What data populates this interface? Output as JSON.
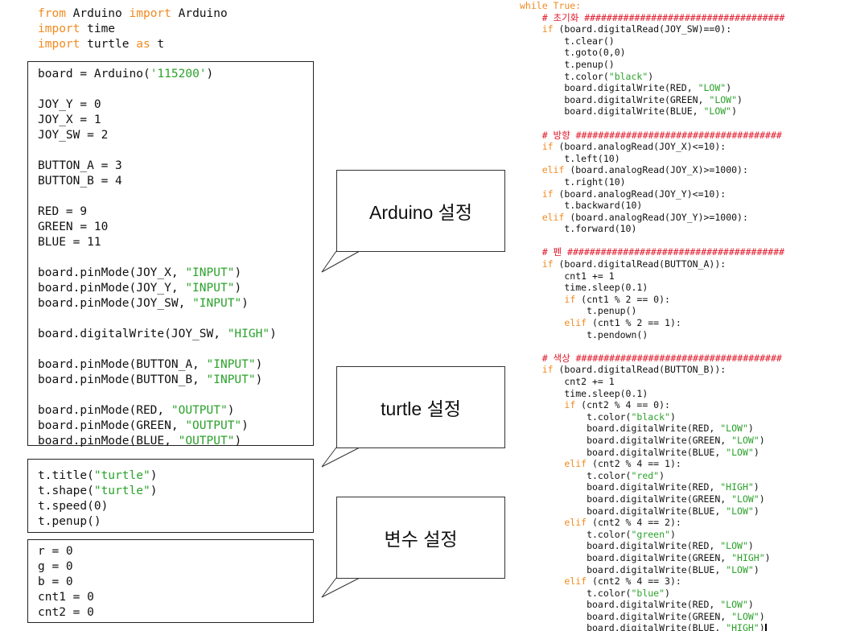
{
  "imports": [
    [
      {
        "t": "from",
        "k": "kw"
      },
      {
        "t": " Arduino ",
        "k": "txt"
      },
      {
        "t": "import",
        "k": "kw"
      },
      {
        "t": " Arduino",
        "k": "txt"
      }
    ],
    [
      {
        "t": "import",
        "k": "kw"
      },
      {
        "t": " time",
        "k": "txt"
      }
    ],
    [
      {
        "t": "import",
        "k": "kw"
      },
      {
        "t": " turtle ",
        "k": "txt"
      },
      {
        "t": "as",
        "k": "kw"
      },
      {
        "t": " t",
        "k": "txt"
      }
    ]
  ],
  "arduino_setup": [
    [
      {
        "t": "board = Arduino(",
        "k": "txt"
      },
      {
        "t": "'115200'",
        "k": "str"
      },
      {
        "t": ")",
        "k": "txt"
      }
    ],
    [],
    [
      {
        "t": "JOY_Y = 0",
        "k": "txt"
      }
    ],
    [
      {
        "t": "JOY_X = 1",
        "k": "txt"
      }
    ],
    [
      {
        "t": "JOY_SW = 2",
        "k": "txt"
      }
    ],
    [],
    [
      {
        "t": "BUTTON_A = 3",
        "k": "txt"
      }
    ],
    [
      {
        "t": "BUTTON_B = 4",
        "k": "txt"
      }
    ],
    [],
    [
      {
        "t": "RED = 9",
        "k": "txt"
      }
    ],
    [
      {
        "t": "GREEN = 10",
        "k": "txt"
      }
    ],
    [
      {
        "t": "BLUE = 11",
        "k": "txt"
      }
    ],
    [],
    [
      {
        "t": "board.pinMode(JOY_X, ",
        "k": "txt"
      },
      {
        "t": "\"INPUT\"",
        "k": "str"
      },
      {
        "t": ")",
        "k": "txt"
      }
    ],
    [
      {
        "t": "board.pinMode(JOY_Y, ",
        "k": "txt"
      },
      {
        "t": "\"INPUT\"",
        "k": "str"
      },
      {
        "t": ")",
        "k": "txt"
      }
    ],
    [
      {
        "t": "board.pinMode(JOY_SW, ",
        "k": "txt"
      },
      {
        "t": "\"INPUT\"",
        "k": "str"
      },
      {
        "t": ")",
        "k": "txt"
      }
    ],
    [],
    [
      {
        "t": "board.digitalWrite(JOY_SW, ",
        "k": "txt"
      },
      {
        "t": "\"HIGH\"",
        "k": "str"
      },
      {
        "t": ")",
        "k": "txt"
      }
    ],
    [],
    [
      {
        "t": "board.pinMode(BUTTON_A, ",
        "k": "txt"
      },
      {
        "t": "\"INPUT\"",
        "k": "str"
      },
      {
        "t": ")",
        "k": "txt"
      }
    ],
    [
      {
        "t": "board.pinMode(BUTTON_B, ",
        "k": "txt"
      },
      {
        "t": "\"INPUT\"",
        "k": "str"
      },
      {
        "t": ")",
        "k": "txt"
      }
    ],
    [],
    [
      {
        "t": "board.pinMode(RED, ",
        "k": "txt"
      },
      {
        "t": "\"OUTPUT\"",
        "k": "str"
      },
      {
        "t": ")",
        "k": "txt"
      }
    ],
    [
      {
        "t": "board.pinMode(GREEN, ",
        "k": "txt"
      },
      {
        "t": "\"OUTPUT\"",
        "k": "str"
      },
      {
        "t": ")",
        "k": "txt"
      }
    ],
    [
      {
        "t": "board.pinMode(BLUE, ",
        "k": "txt"
      },
      {
        "t": "\"OUTPUT\"",
        "k": "str"
      },
      {
        "t": ")",
        "k": "txt"
      }
    ]
  ],
  "turtle_setup": [
    [
      {
        "t": "t.title(",
        "k": "txt"
      },
      {
        "t": "\"turtle\"",
        "k": "str"
      },
      {
        "t": ")",
        "k": "txt"
      }
    ],
    [
      {
        "t": "t.shape(",
        "k": "txt"
      },
      {
        "t": "\"turtle\"",
        "k": "str"
      },
      {
        "t": ")",
        "k": "txt"
      }
    ],
    [
      {
        "t": "t.speed(0)",
        "k": "txt"
      }
    ],
    [
      {
        "t": "t.penup()",
        "k": "txt"
      }
    ]
  ],
  "variable_setup": [
    [
      {
        "t": "r = 0",
        "k": "txt"
      }
    ],
    [
      {
        "t": "g = 0",
        "k": "txt"
      }
    ],
    [
      {
        "t": "b = 0",
        "k": "txt"
      }
    ],
    [
      {
        "t": "cnt1 = 0",
        "k": "txt"
      }
    ],
    [
      {
        "t": "cnt2 = 0",
        "k": "txt"
      }
    ]
  ],
  "callouts": {
    "arduino": "Arduino 설정",
    "turtle": "turtle 설정",
    "variables": "변수 설정"
  },
  "main_loop": [
    [
      {
        "t": "while True:",
        "k": "kw"
      }
    ],
    [
      {
        "t": "    # 초기화 ####################################",
        "k": "cmt"
      }
    ],
    [
      {
        "t": "    ",
        "k": "txt"
      },
      {
        "t": "if",
        "k": "kw"
      },
      {
        "t": " (board.digitalRead(JOY_SW)==0):",
        "k": "txt"
      }
    ],
    [
      {
        "t": "        t.clear()",
        "k": "txt"
      }
    ],
    [
      {
        "t": "        t.goto(0,0)",
        "k": "txt"
      }
    ],
    [
      {
        "t": "        t.penup()",
        "k": "txt"
      }
    ],
    [
      {
        "t": "        t.color(",
        "k": "txt"
      },
      {
        "t": "\"black\"",
        "k": "str"
      },
      {
        "t": ")",
        "k": "txt"
      }
    ],
    [
      {
        "t": "        board.digitalWrite(RED, ",
        "k": "txt"
      },
      {
        "t": "\"LOW\"",
        "k": "str"
      },
      {
        "t": ")",
        "k": "txt"
      }
    ],
    [
      {
        "t": "        board.digitalWrite(GREEN, ",
        "k": "txt"
      },
      {
        "t": "\"LOW\"",
        "k": "str"
      },
      {
        "t": ")",
        "k": "txt"
      }
    ],
    [
      {
        "t": "        board.digitalWrite(BLUE, ",
        "k": "txt"
      },
      {
        "t": "\"LOW\"",
        "k": "str"
      },
      {
        "t": ")",
        "k": "txt"
      }
    ],
    [],
    [
      {
        "t": "    # 방향 #####################################",
        "k": "cmt"
      }
    ],
    [
      {
        "t": "    ",
        "k": "txt"
      },
      {
        "t": "if",
        "k": "kw"
      },
      {
        "t": " (board.analogRead(JOY_X)<=10):",
        "k": "txt"
      }
    ],
    [
      {
        "t": "        t.left(10)",
        "k": "txt"
      }
    ],
    [
      {
        "t": "    ",
        "k": "txt"
      },
      {
        "t": "elif",
        "k": "kw"
      },
      {
        "t": " (board.analogRead(JOY_X)>=1000):",
        "k": "txt"
      }
    ],
    [
      {
        "t": "        t.right(10)",
        "k": "txt"
      }
    ],
    [
      {
        "t": "    ",
        "k": "txt"
      },
      {
        "t": "if",
        "k": "kw"
      },
      {
        "t": " (board.analogRead(JOY_Y)<=10):",
        "k": "txt"
      }
    ],
    [
      {
        "t": "        t.backward(10)",
        "k": "txt"
      }
    ],
    [
      {
        "t": "    ",
        "k": "txt"
      },
      {
        "t": "elif",
        "k": "kw"
      },
      {
        "t": " (board.analogRead(JOY_Y)>=1000):",
        "k": "txt"
      }
    ],
    [
      {
        "t": "        t.forward(10)",
        "k": "txt"
      }
    ],
    [],
    [
      {
        "t": "    # 펜 #######################################",
        "k": "cmt"
      }
    ],
    [
      {
        "t": "    ",
        "k": "txt"
      },
      {
        "t": "if",
        "k": "kw"
      },
      {
        "t": " (board.digitalRead(BUTTON_A)):",
        "k": "txt"
      }
    ],
    [
      {
        "t": "        cnt1 += 1",
        "k": "txt"
      }
    ],
    [
      {
        "t": "        time.sleep(0.1)",
        "k": "txt"
      }
    ],
    [
      {
        "t": "        ",
        "k": "txt"
      },
      {
        "t": "if",
        "k": "kw"
      },
      {
        "t": " (cnt1 % 2 == 0):",
        "k": "txt"
      }
    ],
    [
      {
        "t": "            t.penup()",
        "k": "txt"
      }
    ],
    [
      {
        "t": "        ",
        "k": "txt"
      },
      {
        "t": "elif",
        "k": "kw"
      },
      {
        "t": " (cnt1 % 2 == 1):",
        "k": "txt"
      }
    ],
    [
      {
        "t": "            t.pendown()",
        "k": "txt"
      }
    ],
    [],
    [
      {
        "t": "    # 색상 #####################################",
        "k": "cmt"
      }
    ],
    [
      {
        "t": "    ",
        "k": "txt"
      },
      {
        "t": "if",
        "k": "kw"
      },
      {
        "t": " (board.digitalRead(BUTTON_B)):",
        "k": "txt"
      }
    ],
    [
      {
        "t": "        cnt2 += 1",
        "k": "txt"
      }
    ],
    [
      {
        "t": "        time.sleep(0.1)",
        "k": "txt"
      }
    ],
    [
      {
        "t": "        ",
        "k": "txt"
      },
      {
        "t": "if",
        "k": "kw"
      },
      {
        "t": " (cnt2 % 4 == 0):",
        "k": "txt"
      }
    ],
    [
      {
        "t": "            t.color(",
        "k": "txt"
      },
      {
        "t": "\"black\"",
        "k": "str"
      },
      {
        "t": ")",
        "k": "txt"
      }
    ],
    [
      {
        "t": "            board.digitalWrite(RED, ",
        "k": "txt"
      },
      {
        "t": "\"LOW\"",
        "k": "str"
      },
      {
        "t": ")",
        "k": "txt"
      }
    ],
    [
      {
        "t": "            board.digitalWrite(GREEN, ",
        "k": "txt"
      },
      {
        "t": "\"LOW\"",
        "k": "str"
      },
      {
        "t": ")",
        "k": "txt"
      }
    ],
    [
      {
        "t": "            board.digitalWrite(BLUE, ",
        "k": "txt"
      },
      {
        "t": "\"LOW\"",
        "k": "str"
      },
      {
        "t": ")",
        "k": "txt"
      }
    ],
    [
      {
        "t": "        ",
        "k": "txt"
      },
      {
        "t": "elif",
        "k": "kw"
      },
      {
        "t": " (cnt2 % 4 == 1):",
        "k": "txt"
      }
    ],
    [
      {
        "t": "            t.color(",
        "k": "txt"
      },
      {
        "t": "\"red\"",
        "k": "str"
      },
      {
        "t": ")",
        "k": "txt"
      }
    ],
    [
      {
        "t": "            board.digitalWrite(RED, ",
        "k": "txt"
      },
      {
        "t": "\"HIGH\"",
        "k": "str"
      },
      {
        "t": ")",
        "k": "txt"
      }
    ],
    [
      {
        "t": "            board.digitalWrite(GREEN, ",
        "k": "txt"
      },
      {
        "t": "\"LOW\"",
        "k": "str"
      },
      {
        "t": ")",
        "k": "txt"
      }
    ],
    [
      {
        "t": "            board.digitalWrite(BLUE, ",
        "k": "txt"
      },
      {
        "t": "\"LOW\"",
        "k": "str"
      },
      {
        "t": ")",
        "k": "txt"
      }
    ],
    [
      {
        "t": "        ",
        "k": "txt"
      },
      {
        "t": "elif",
        "k": "kw"
      },
      {
        "t": " (cnt2 % 4 == 2):",
        "k": "txt"
      }
    ],
    [
      {
        "t": "            t.color(",
        "k": "txt"
      },
      {
        "t": "\"green\"",
        "k": "str"
      },
      {
        "t": ")",
        "k": "txt"
      }
    ],
    [
      {
        "t": "            board.digitalWrite(RED, ",
        "k": "txt"
      },
      {
        "t": "\"LOW\"",
        "k": "str"
      },
      {
        "t": ")",
        "k": "txt"
      }
    ],
    [
      {
        "t": "            board.digitalWrite(GREEN, ",
        "k": "txt"
      },
      {
        "t": "\"HIGH\"",
        "k": "str"
      },
      {
        "t": ")",
        "k": "txt"
      }
    ],
    [
      {
        "t": "            board.digitalWrite(BLUE, ",
        "k": "txt"
      },
      {
        "t": "\"LOW\"",
        "k": "str"
      },
      {
        "t": ")",
        "k": "txt"
      }
    ],
    [
      {
        "t": "        ",
        "k": "txt"
      },
      {
        "t": "elif",
        "k": "kw"
      },
      {
        "t": " (cnt2 % 4 == 3):",
        "k": "txt"
      }
    ],
    [
      {
        "t": "            t.color(",
        "k": "txt"
      },
      {
        "t": "\"blue\"",
        "k": "str"
      },
      {
        "t": ")",
        "k": "txt"
      }
    ],
    [
      {
        "t": "            board.digitalWrite(RED, ",
        "k": "txt"
      },
      {
        "t": "\"LOW\"",
        "k": "str"
      },
      {
        "t": ")",
        "k": "txt"
      }
    ],
    [
      {
        "t": "            board.digitalWrite(GREEN, ",
        "k": "txt"
      },
      {
        "t": "\"LOW\"",
        "k": "str"
      },
      {
        "t": ")",
        "k": "txt"
      }
    ],
    [
      {
        "t": "            board.digitalWrite(BLUE, ",
        "k": "txt"
      },
      {
        "t": "\"HIGH\"",
        "k": "str"
      },
      {
        "t": ")",
        "k": "txt"
      }
    ]
  ],
  "colors": {
    "keyword": "#f28a1f",
    "string": "#2aa22a",
    "comment": "#e0182a",
    "text": "#111111",
    "border": "#222222"
  }
}
